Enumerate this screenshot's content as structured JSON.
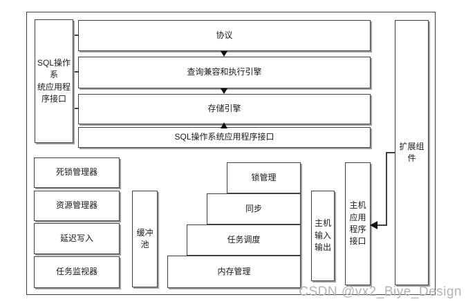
{
  "colors": {
    "line": "#404040",
    "box_shadow": "#9e9e9e",
    "text": "#1a1a1a",
    "watermark": "#b3b3b3",
    "background": "#ffffff"
  },
  "sql_layer_stack": {
    "side_api_label": "SQL操作系\n统应用程\n序接口",
    "layers": [
      "协议",
      "查询兼容和执行引擎",
      "存储引擎",
      "SQL操作系统应用程序接口"
    ]
  },
  "manager_boxes": [
    "死锁管理器",
    "资源管理器",
    "延迟写入",
    "任务监视器"
  ],
  "buffer_pool_label": "缓冲\n池",
  "kernel_stack": [
    "锁管理",
    "同步",
    "任务调度",
    "内存管理"
  ],
  "host_boxes": {
    "host_io_label": "主机\n输入\n输出",
    "host_api_label": "主机\n应用\n程序\n接口",
    "extension_label": "扩展组\n件"
  },
  "watermark": "CSDN @vx2_Biye_Design"
}
